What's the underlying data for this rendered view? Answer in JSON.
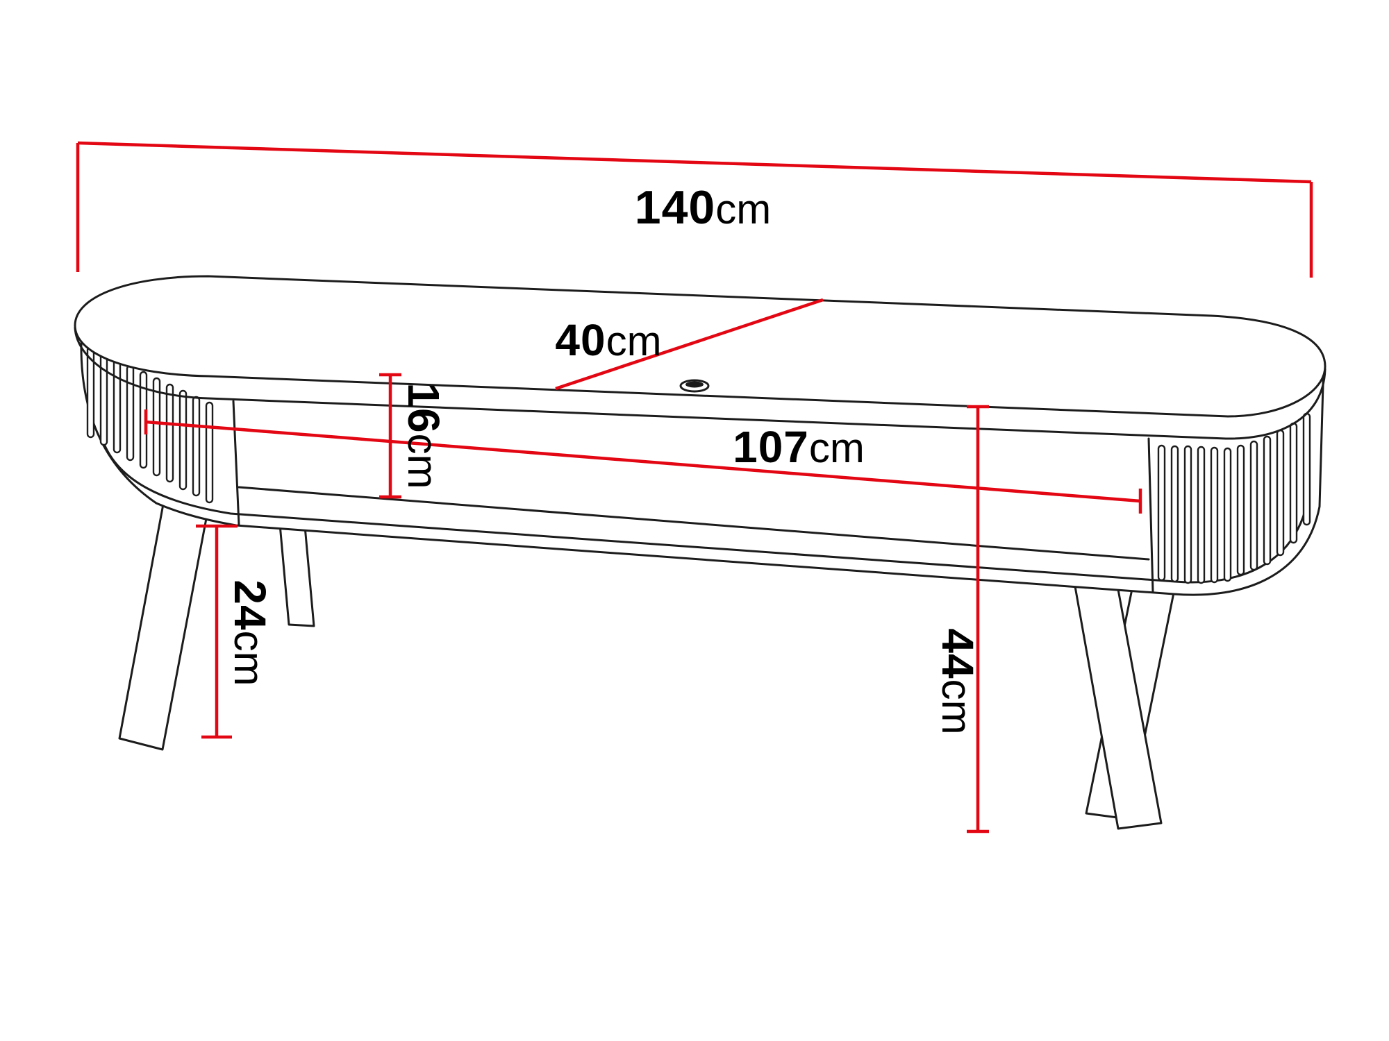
{
  "diagram": {
    "subject": "tv-stand-dimension-drawing",
    "dimensions": {
      "width": {
        "value": "140",
        "unit": "cm"
      },
      "depth": {
        "value": "40",
        "unit": "cm"
      },
      "inner_width": {
        "value": "107",
        "unit": "cm"
      },
      "opening_height": {
        "value": "16",
        "unit": "cm"
      },
      "leg_height": {
        "value": "24",
        "unit": "cm"
      },
      "height": {
        "value": "44",
        "unit": "cm"
      }
    },
    "colors": {
      "dimension_line": "#e30613",
      "outline": "#1c1c1c",
      "background": "#ffffff"
    }
  }
}
